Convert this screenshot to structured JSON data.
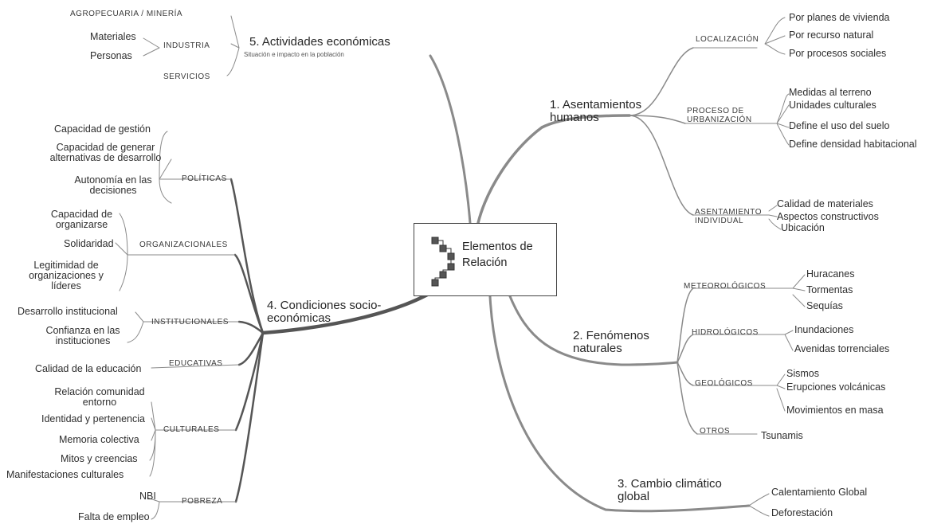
{
  "center": {
    "title": "Elementos de Relación",
    "icon": "stair-blocks-icon"
  },
  "branches": {
    "b1": {
      "title": "1. Asentamientos humanos",
      "groups": [
        {
          "label": "LOCALIZACIÓN",
          "items": [
            "Por planes de vivienda",
            "Por recurso natural",
            "Por procesos sociales"
          ]
        },
        {
          "label": "PROCESO DE URBANIZACIÓN",
          "items": [
            "Medidas al terreno",
            "Unidades culturales",
            "Define el uso del suelo",
            "Define densidad habitacional"
          ]
        },
        {
          "label": "ASENTAMIENTO INDIVIDUAL",
          "items": [
            "Calidad de materiales",
            "Aspectos constructivos",
            "Ubicación"
          ]
        }
      ]
    },
    "b2": {
      "title": "2. Fenómenos naturales",
      "groups": [
        {
          "label": "METEOROLÓGICOS",
          "items": [
            "Huracanes",
            "Tormentas",
            "Sequías"
          ]
        },
        {
          "label": "HIDROLÓGICOS",
          "items": [
            "Inundaciones",
            "Avenidas torrenciales"
          ]
        },
        {
          "label": "GEOLÓGICOS",
          "items": [
            "Sismos",
            "Erupciones volcánicas",
            "Movimientos en masa"
          ]
        },
        {
          "label": "OTROS",
          "items": [
            "Tsunamis"
          ]
        }
      ]
    },
    "b3": {
      "title": "3. Cambio climático global",
      "items": [
        "Calentamiento Global",
        "Deforestación"
      ]
    },
    "b4": {
      "title": "4. Condiciones socio-económicas",
      "groups": [
        {
          "label": "POLÍTICAS",
          "items": [
            "Capacidad de gestión",
            "Capacidad de generar alternativas de desarrollo",
            "Autonomía en las decisiones"
          ]
        },
        {
          "label": "ORGANIZACIONALES",
          "items": [
            "Capacidad de organizarse",
            "Solidaridad",
            "Legitimidad de organizaciones y líderes"
          ]
        },
        {
          "label": "INSTITUCIONALES",
          "items": [
            "Desarrollo institucional",
            "Confianza en las instituciones"
          ]
        },
        {
          "label": "EDUCATIVAS",
          "items": [
            "Calidad de la educación"
          ]
        },
        {
          "label": "CULTURALES",
          "items": [
            "Relación comunidad entorno",
            "Identidad y pertenencia",
            "Memoria colectiva",
            "Mitos y creencias",
            "Manifestaciones culturales"
          ]
        },
        {
          "label": "POBREZA",
          "items": [
            "NBI",
            "Falta de empleo"
          ]
        }
      ]
    },
    "b5": {
      "title": "5. Actividades económicas",
      "subtitle": "Situación e impacto en la población",
      "groups": [
        {
          "label": "AGROPECUARIA / MINERÍA",
          "items": []
        },
        {
          "label": "INDUSTRIA",
          "items": [
            "Materiales",
            "Personas"
          ]
        },
        {
          "label": "SERVICIOS",
          "items": []
        }
      ]
    }
  }
}
